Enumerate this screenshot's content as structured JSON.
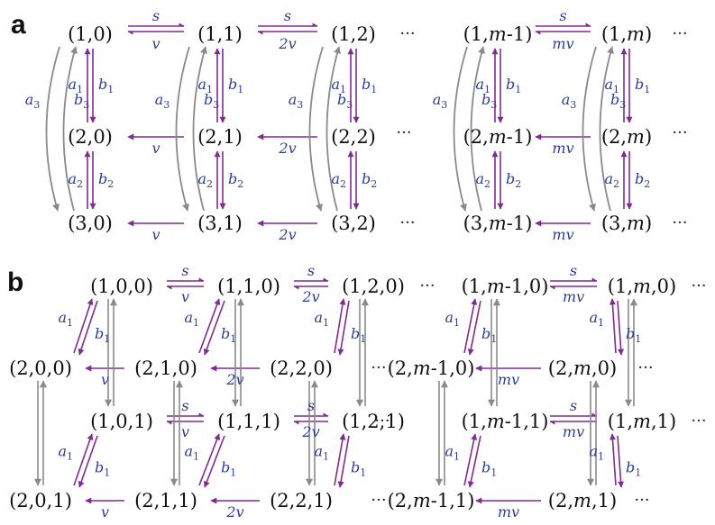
{
  "colors": {
    "purple": "#7f2b91",
    "label": "#2b3d97",
    "gray": "#8a8a8a",
    "text": "#111111"
  },
  "ellipsis": "···",
  "panel_a": {
    "label": "a",
    "rows": [
      [
        "(1,0)",
        "(1,1)",
        "(1,2)",
        "(1,m-1)",
        "(1,m)"
      ],
      [
        "(2,0)",
        "(2,1)",
        "(2,2)",
        "(2,m-1)",
        "(2,m)"
      ],
      [
        "(3,0)",
        "(3,1)",
        "(3,2)",
        "(3,m-1)",
        "(3,m)"
      ]
    ],
    "forward": [
      "s",
      "s",
      "s"
    ],
    "backward": [
      "v",
      "2v",
      "mv"
    ],
    "vertical_rates": [
      "a1",
      "b1",
      "a2",
      "b2",
      "a3",
      "b3"
    ]
  },
  "panel_b": {
    "label": "b",
    "rows": [
      [
        "(1,0,0)",
        "(1,1,0)",
        "(1,2,0)",
        "(1,m-1,0)",
        "(1,m,0)"
      ],
      [
        "(2,0,0)",
        "(2,1,0)",
        "(2,2,0)",
        "(2,m-1,0)",
        "(2,m,0)"
      ],
      [
        "(1,0,1)",
        "(1,1,1)",
        "(1,2,1)",
        "(1,m-1,1)",
        "(1,m,1)"
      ],
      [
        "(2,0,1)",
        "(2,1,1)",
        "(2,2,1)",
        "(2,m-1,1)",
        "(2,m,1)"
      ]
    ],
    "forward": [
      "s",
      "s",
      "s"
    ],
    "backward": [
      "v",
      "2v",
      "mv"
    ],
    "diagonal_rates": [
      "a1",
      "b1"
    ]
  }
}
